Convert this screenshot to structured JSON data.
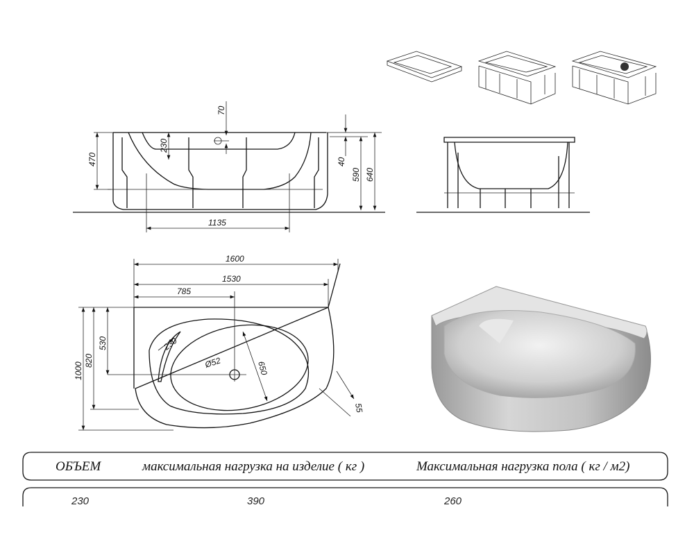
{
  "front_view": {
    "dims": {
      "d70": "70",
      "d230": "230",
      "d470": "470",
      "d40": "40",
      "d590": "590",
      "d640": "640",
      "d1135": "1135"
    }
  },
  "top_view": {
    "dims": {
      "d1600": "1600",
      "d1530": "1530",
      "d785": "785",
      "d1000": "1000",
      "d820": "820",
      "d530": "530",
      "r230": "230",
      "drain": "Ø52",
      "d650": "650",
      "d55": "55"
    }
  },
  "table": {
    "headers": [
      "ОБЪЕМ",
      "максимальная нагрузка на изделие ( кг )",
      "Максимальная нагрузка пола ( кг / м2)"
    ],
    "values": [
      "230",
      "390",
      "260"
    ]
  }
}
